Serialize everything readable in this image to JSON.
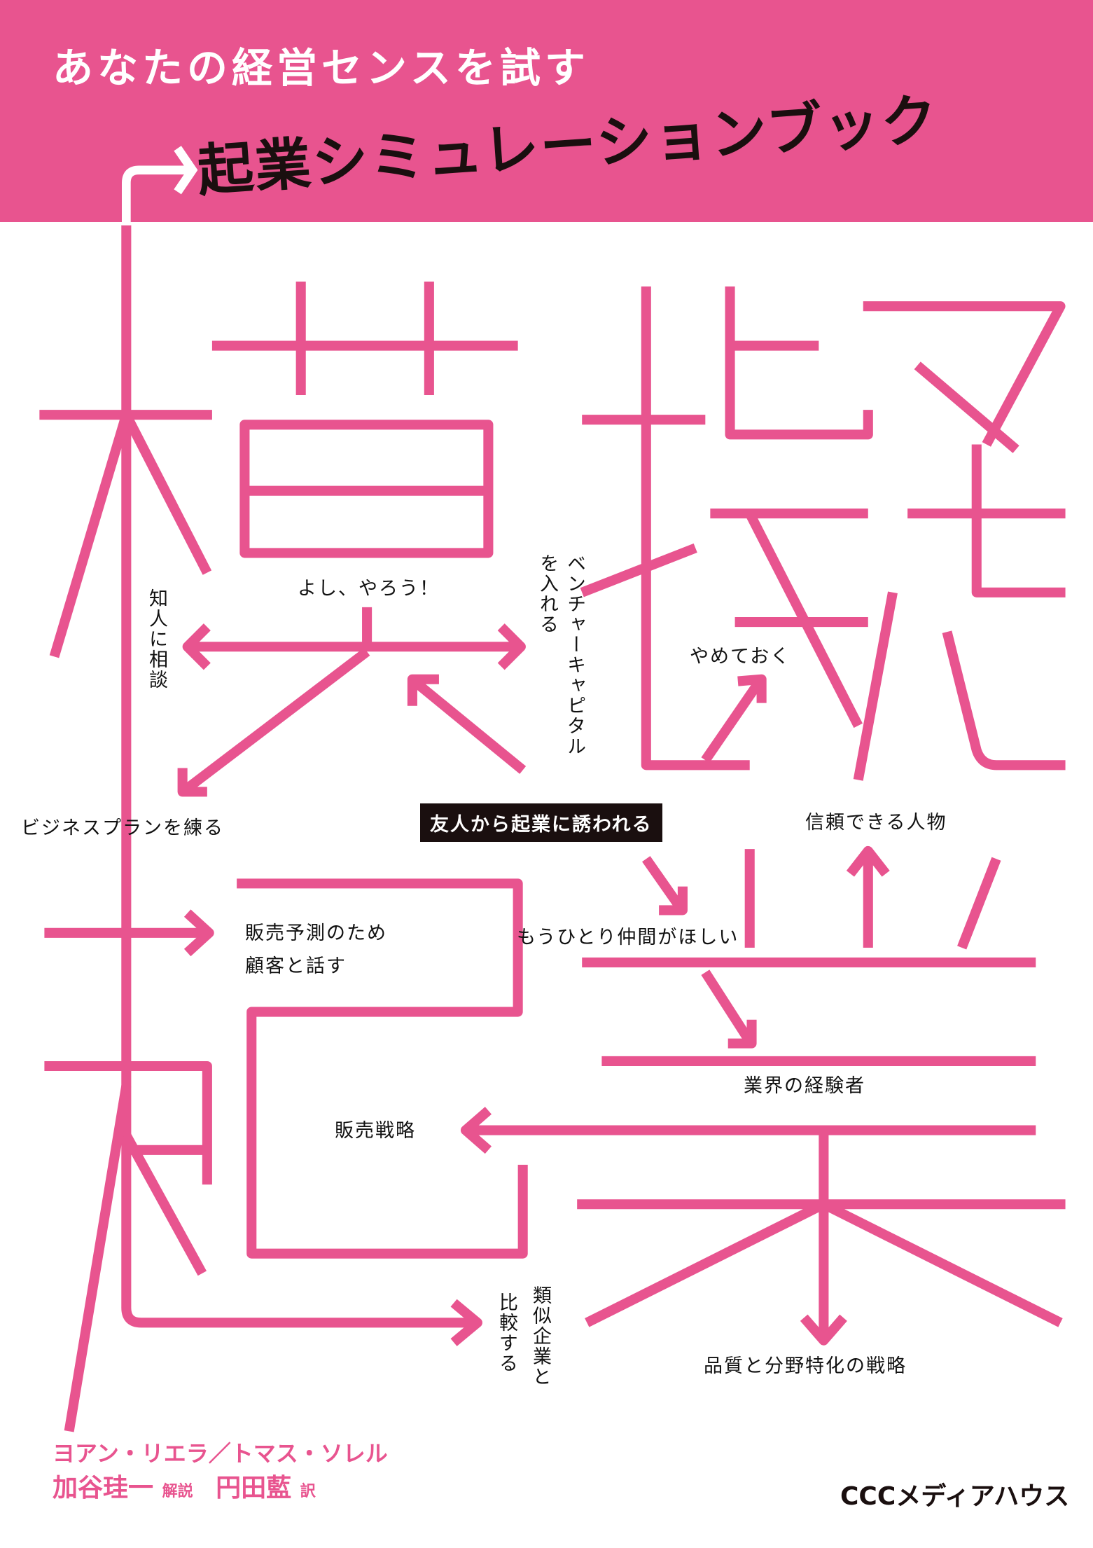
{
  "header": {
    "tagline": "あなたの経営センスを試す",
    "subtitle": "起業シミュレーションブック"
  },
  "title": "模擬起業",
  "colors": {
    "accent": "#e8548f",
    "ink": "#1a0f0f",
    "background": "#ffffff"
  },
  "labels": {
    "start": "友人から起業に誘われる",
    "lets_do_it": "よし、やろう！",
    "consult_friend": "知人に相談",
    "venture_capital": "ベンチャーキャピタルを入れる",
    "give_up": "やめておく",
    "business_plan": "ビジネスプランを練る",
    "trustworthy_person": "信頼できる人物",
    "sales_forecast_1": "販売予測のため",
    "sales_forecast_2": "顧客と話す",
    "another_partner": "もうひとり仲間がほしい",
    "industry_expert": "業界の経験者",
    "sales_strategy": "販売戦略",
    "compare_1": "類似企業と",
    "compare_2": "比較する",
    "quality_strategy": "品質と分野特化の戦略"
  },
  "credits": {
    "authors": "ヨアン・リエラ／トマス・ソレル",
    "commentator": "加谷珪一",
    "commentary_role": "解説",
    "translator": "円田藍",
    "translator_role": "訳",
    "publisher": "CCCメディアハウス"
  }
}
